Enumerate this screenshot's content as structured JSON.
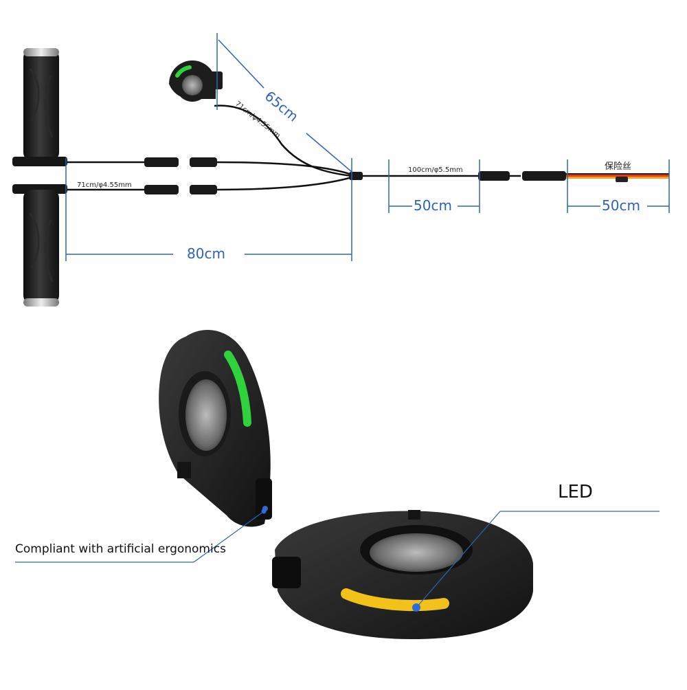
{
  "dimensions": {
    "throttle_to_junction": "65cm",
    "grip_to_junction": "80cm",
    "mid_cable": "50cm",
    "fuse_cable": "50cm"
  },
  "cable_labels": {
    "throttle_cable": "71cm/φ4.55mm",
    "grip_cable": "71cm/φ4.55mm",
    "main_cable": "100cm/φ5.5mm",
    "fuse": "保险丝"
  },
  "callouts": {
    "ergonomics": "Compliant with artificial ergonomics",
    "led": "LED"
  },
  "colors": {
    "dimension_line": "#2f63b6",
    "led_green": "#2fd23a",
    "led_yellow": "#f2c21a",
    "body": "#1c1c1c"
  }
}
